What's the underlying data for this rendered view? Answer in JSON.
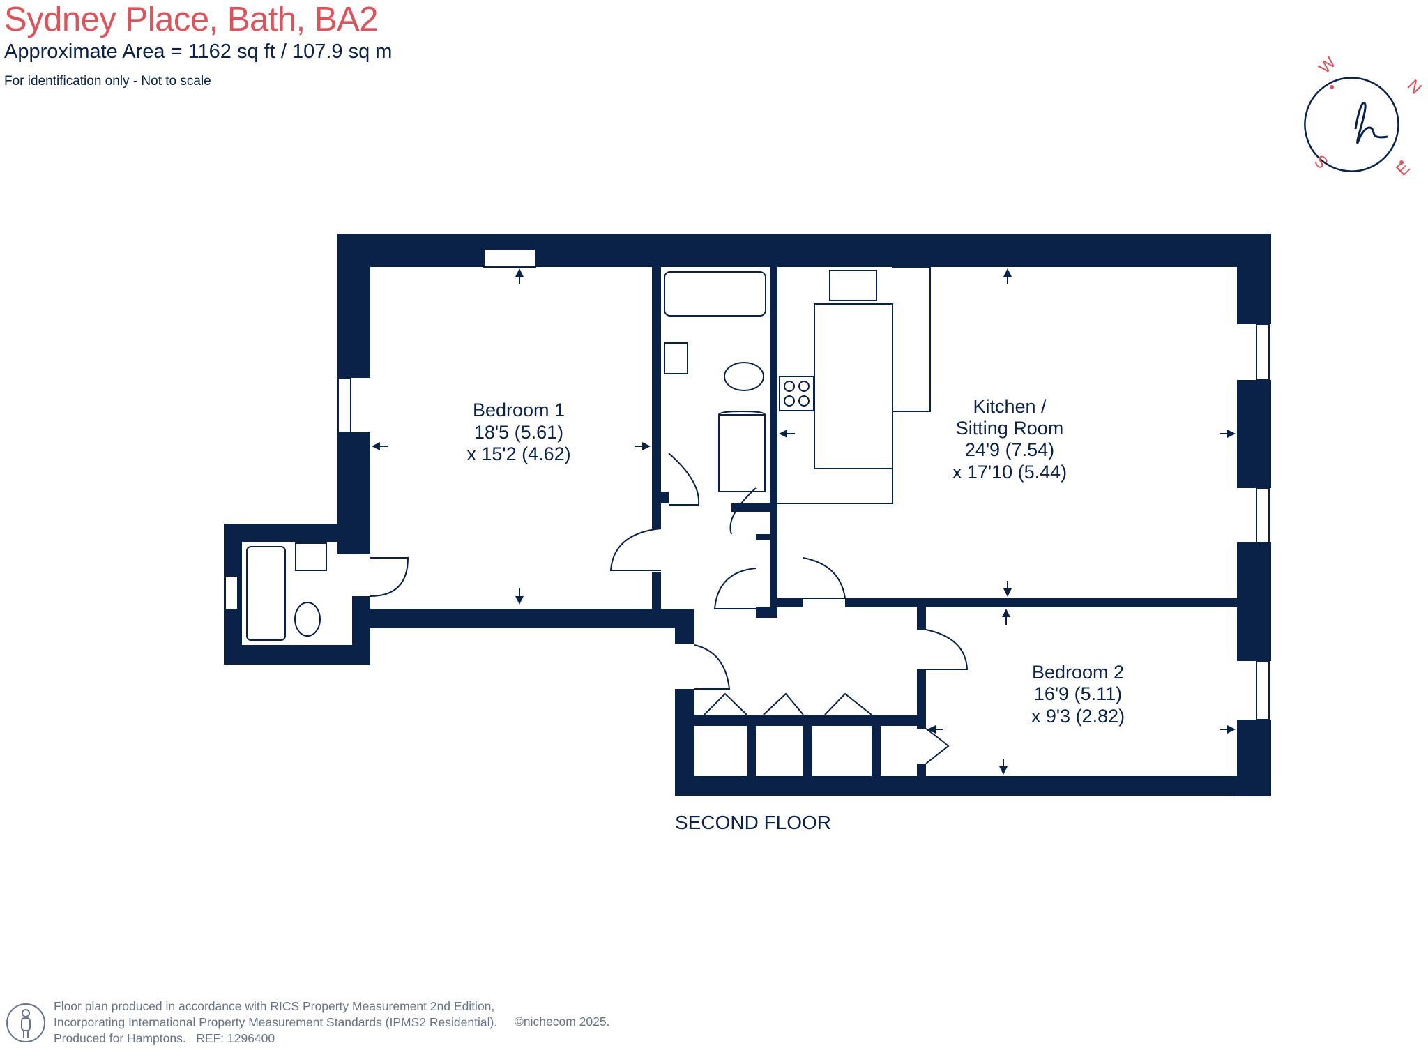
{
  "header": {
    "title": "Sydney Place, Bath, BA2",
    "area": "Approximate Area = 1162 sq ft / 107.9 sq m",
    "note": "For identification only - Not to scale"
  },
  "compass": {
    "letters": {
      "north": "N",
      "east": "E",
      "south": "S",
      "west": "W"
    },
    "logo_letter": "h"
  },
  "floor": {
    "name": "SECOND FLOOR",
    "rooms": [
      {
        "name": "Bedroom 1",
        "dim1": "18'5 (5.61)",
        "dim2": "x 15'2 (4.62)"
      },
      {
        "name_line1": "Kitchen /",
        "name_line2": "Sitting Room",
        "dim1": "24'9 (7.54)",
        "dim2": "x 17'10 (5.44)"
      },
      {
        "name": "Bedroom 2",
        "dim1": "16'9 (5.11)",
        "dim2": "x 9'3 (2.82)"
      }
    ]
  },
  "footer": {
    "line1": "Floor plan produced in accordance with RICS Property Measurement 2nd Edition,",
    "line2": "Incorporating International Property Measurement Standards (IPMS2 Residential).",
    "line3_a": "Produced for Hamptons.",
    "line3_b": "REF:  1296400",
    "brand": "©nichecom 2025."
  },
  "colors": {
    "wall": "#0a2248",
    "title": "#e0525a",
    "compass_letters": "#e0525a",
    "footer_text": "#6a7488"
  },
  "icons": [
    "compass-logo-icon",
    "person-icon",
    "bath-icon",
    "shower-icon",
    "toilet-icon",
    "sink-icon",
    "hob-icon"
  ]
}
